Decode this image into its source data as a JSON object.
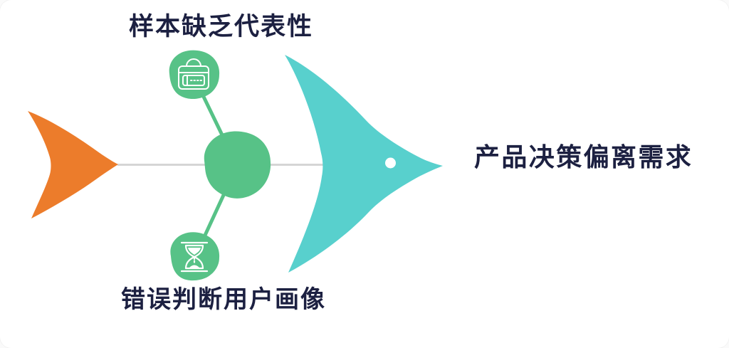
{
  "page": {
    "background": "#ffffff",
    "corner_radius": 16
  },
  "colors": {
    "tail_orange": "#EC7C2B",
    "head_teal": "#58D0CD",
    "node_green": "#57C287",
    "spine_gray": "#D5D5D5",
    "label_navy": "#1C2041",
    "icon_white": "#FFFFFF"
  },
  "diagram": {
    "type": "fishbone",
    "effect": {
      "label": "产品决策偏离需求"
    },
    "causes": [
      {
        "label": "样本缺乏代表性",
        "icon": "id-badge-icon",
        "position": "top"
      },
      {
        "label": "错误判断用户画像",
        "icon": "hourglass-icon",
        "position": "bottom"
      }
    ]
  }
}
